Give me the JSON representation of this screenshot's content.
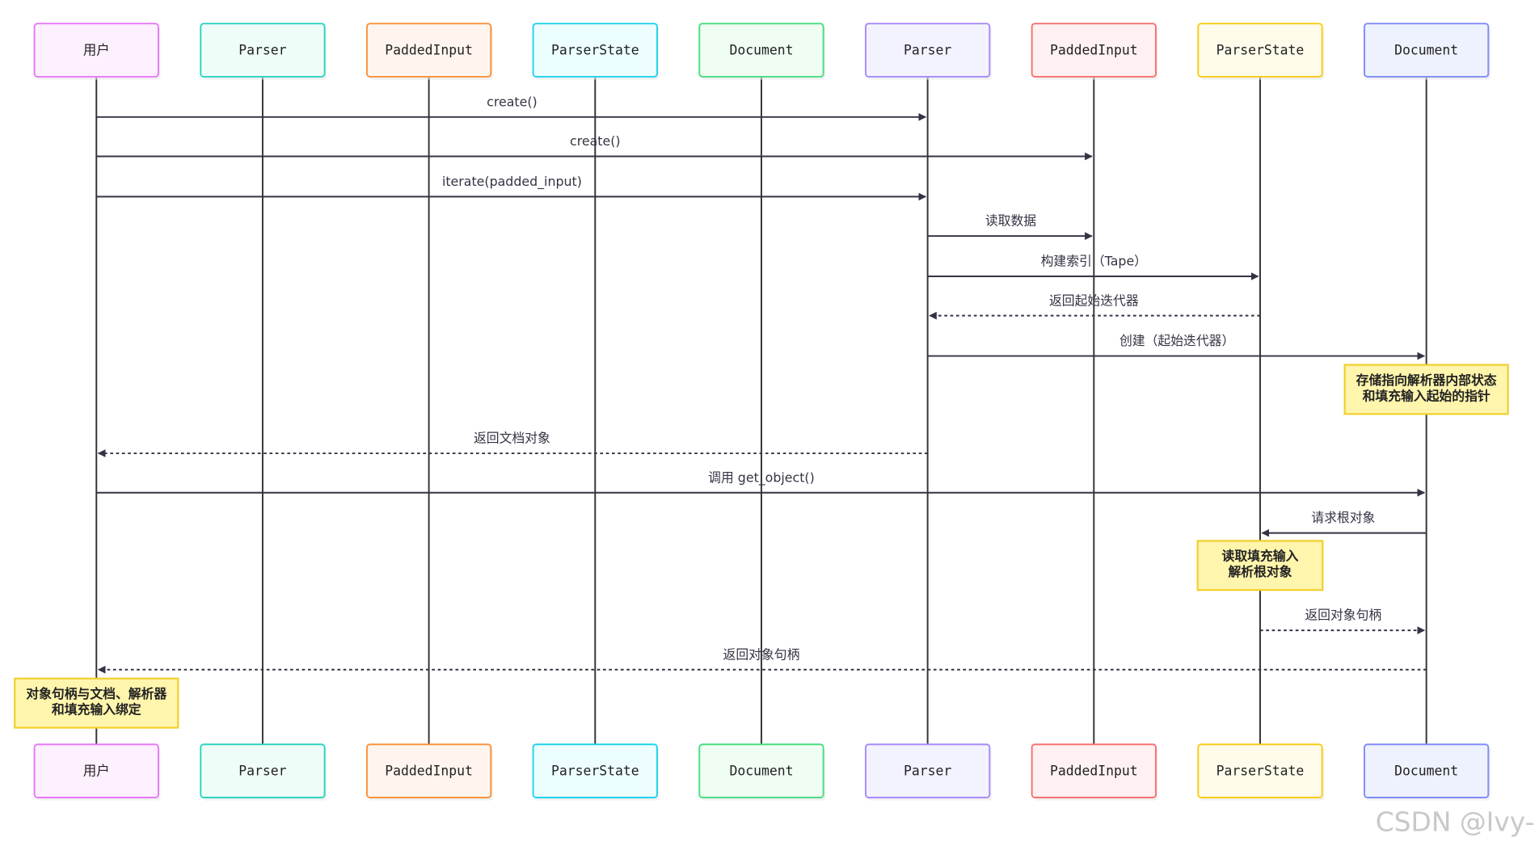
{
  "diagram": {
    "type": "sequence",
    "participants": [
      {
        "id": "user",
        "label": "用户",
        "fill": "#fdf0ff",
        "stroke": "#e879f9"
      },
      {
        "id": "parser",
        "label": "Parser",
        "fill": "#effdf9",
        "stroke": "#2dd4bf"
      },
      {
        "id": "padded",
        "label": "PaddedInput",
        "fill": "#fff5ee",
        "stroke": "#fb923c"
      },
      {
        "id": "state",
        "label": "ParserState",
        "fill": "#ecfeff",
        "stroke": "#22d3ee"
      },
      {
        "id": "doc",
        "label": "Document",
        "fill": "#effdf3",
        "stroke": "#4ade80"
      },
      {
        "id": "parser2",
        "label": "Parser",
        "fill": "#f3f2ff",
        "stroke": "#a78bfa"
      },
      {
        "id": "padded2",
        "label": "PaddedInput",
        "fill": "#fff1f1",
        "stroke": "#f87171"
      },
      {
        "id": "state2",
        "label": "ParserState",
        "fill": "#fffbea",
        "stroke": "#facc15"
      },
      {
        "id": "doc2",
        "label": "Document",
        "fill": "#eef2ff",
        "stroke": "#818cf8"
      }
    ],
    "messages": [
      {
        "from": "user",
        "to": "parser2",
        "label": "create()",
        "style": "solid"
      },
      {
        "from": "user",
        "to": "padded2",
        "label": "create()",
        "style": "solid"
      },
      {
        "from": "user",
        "to": "parser2",
        "label": "iterate(padded_input)",
        "style": "solid"
      },
      {
        "from": "parser2",
        "to": "padded2",
        "label": "读取数据",
        "style": "solid"
      },
      {
        "from": "parser2",
        "to": "state2",
        "label": "构建索引（Tape）",
        "style": "solid"
      },
      {
        "from": "state2",
        "to": "parser2",
        "label": "返回起始迭代器",
        "style": "dashed"
      },
      {
        "from": "parser2",
        "to": "doc2",
        "label": "创建（起始迭代器）",
        "style": "solid"
      },
      {
        "note": "doc2",
        "lines": [
          "存储指向解析器内部状态",
          "和填充输入起始的指针"
        ]
      },
      {
        "from": "parser2",
        "to": "user",
        "label": "返回文档对象",
        "style": "dashed"
      },
      {
        "from": "user",
        "to": "doc2",
        "label": "调用 get_object()",
        "style": "solid"
      },
      {
        "from": "doc2",
        "to": "state2",
        "label": "请求根对象",
        "style": "solid"
      },
      {
        "note": "state2",
        "lines": [
          "读取填充输入",
          "解析根对象"
        ]
      },
      {
        "from": "state2",
        "to": "doc2",
        "label": "返回对象句柄",
        "style": "dashed"
      },
      {
        "from": "doc2",
        "to": "user",
        "label": "返回对象句柄",
        "style": "dashed"
      },
      {
        "note": "user",
        "lines": [
          "对象句柄与文档、解析器",
          "和填充输入绑定"
        ]
      }
    ]
  },
  "watermark": "CSDN @Ivy-",
  "colors": {
    "line": "#333344",
    "note_fill": "#fff5ad",
    "note_stroke": "#f1cf2c"
  }
}
